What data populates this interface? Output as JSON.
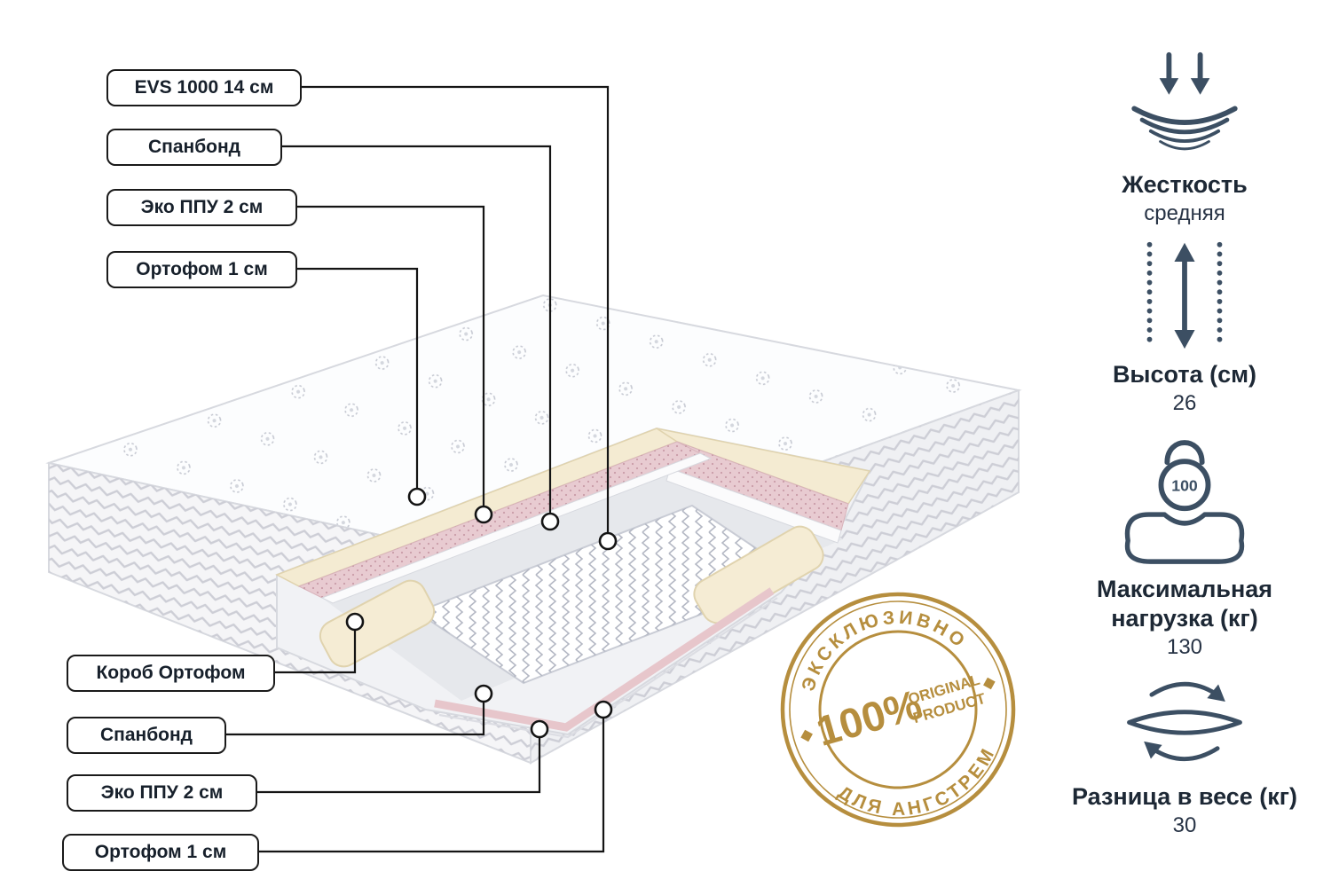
{
  "diagram": {
    "top_labels": [
      {
        "label": "EVS 1000 14 см"
      },
      {
        "label": "Спанбонд"
      },
      {
        "label": "Эко ППУ 2 см"
      },
      {
        "label": "Ортофом 1 см"
      }
    ],
    "bottom_labels": [
      {
        "label": "Короб Ортофом"
      },
      {
        "label": "Спанбонд"
      },
      {
        "label": "Эко ППУ 2 см"
      },
      {
        "label": "Ортофом 1 см"
      }
    ]
  },
  "specs": [
    {
      "icon": "pressure-compression-icon",
      "title": "Жесткость",
      "value": "средняя"
    },
    {
      "icon": "height-icon",
      "title": "Высота (см)",
      "value": "26"
    },
    {
      "icon": "max-load-icon",
      "icon_label": "100",
      "title": "Максимальная нагрузка (кг)",
      "value": "130"
    },
    {
      "icon": "weight-difference-icon",
      "title": "Разница в весе (кг)",
      "value": "30"
    }
  ],
  "stamp": {
    "arc_top": "ЭКСКЛЮЗИВНО",
    "arc_bottom": "ДЛЯ АНГСТРЕМ",
    "percent": "100%",
    "product_line1": "ORIGINAL",
    "product_line2": "PRODUCT",
    "color": "#b68e3e"
  },
  "colors": {
    "callout": "#141414",
    "icon_stroke": "#3c4f63",
    "cream_layer": "#f4ebd2",
    "pink_layer": "#e8cbd1",
    "fabric": "#f5f5f7"
  }
}
